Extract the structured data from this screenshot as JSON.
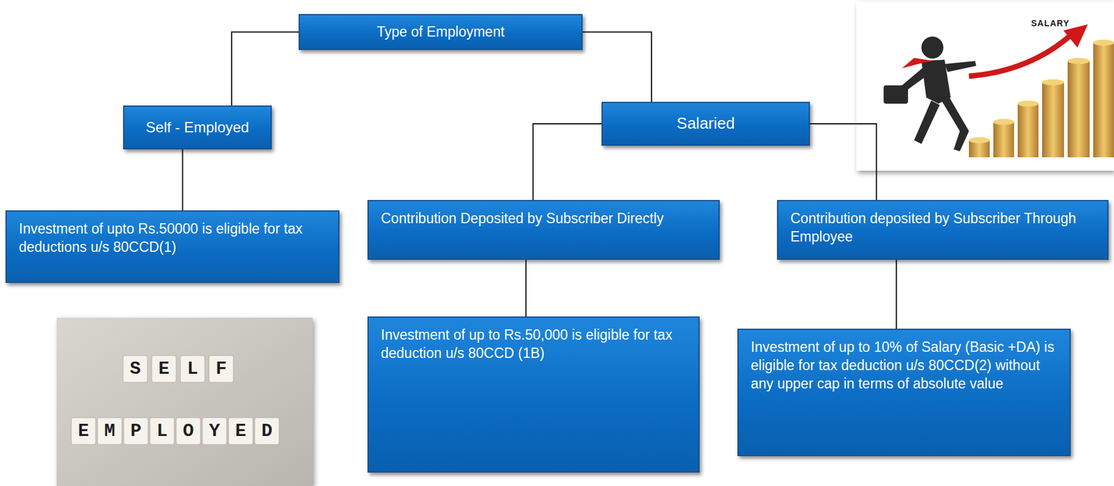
{
  "diagram": {
    "nodes": [
      {
        "text": [
          "Type of Employment"
        ]
      },
      {
        "text": [
          "Self - Employed"
        ]
      },
      {
        "text": [
          "Salaried"
        ]
      },
      {
        "text": [
          "Investment of upto Rs.50000 is eligible for tax deductions u/s 80CCD(1)"
        ]
      },
      {
        "text": [
          "Contribution Deposited by Subscriber Directly"
        ]
      },
      {
        "text": [
          "Contribution deposited by Subscriber Through Employee"
        ]
      },
      {
        "text": [
          "Investment of up to Rs.50,000 is eligible for tax deduction u/s 80CCD (1B)"
        ]
      },
      {
        "text": [
          "Investment of up to 10% of Salary (Basic +DA) is eligible for tax deduction u/s 80CCD(2) without any upper cap in terms of absolute value"
        ]
      }
    ],
    "edges": [
      {
        "from": 0,
        "to": 1,
        "arrow": "none"
      },
      {
        "from": 0,
        "to": 2,
        "arrow": "none"
      },
      {
        "from": 1,
        "to": 3,
        "arrow": "none"
      },
      {
        "from": 2,
        "to": 4,
        "arrow": "none"
      },
      {
        "from": 2,
        "to": 5,
        "arrow": "none"
      },
      {
        "from": 4,
        "to": 6,
        "arrow": "none"
      },
      {
        "from": 5,
        "to": 7,
        "arrow": "none"
      }
    ],
    "labels": [
      "SALARY",
      "SELF",
      "EMPLOYED"
    ]
  }
}
